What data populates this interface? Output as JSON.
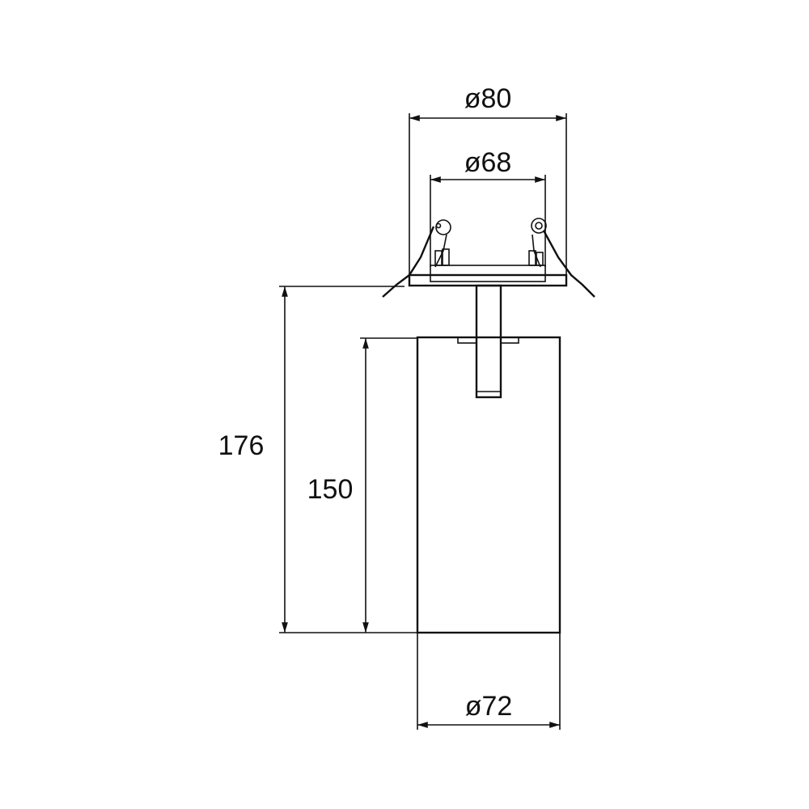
{
  "drawing": {
    "title": "Recessed spotlight dimension drawing",
    "dimensions": {
      "outer_diameter": "ø80",
      "cutout_diameter": "ø68",
      "total_height": "176",
      "body_height": "150",
      "body_diameter": "ø72"
    },
    "line_color": "#111111",
    "background": "#ffffff"
  }
}
